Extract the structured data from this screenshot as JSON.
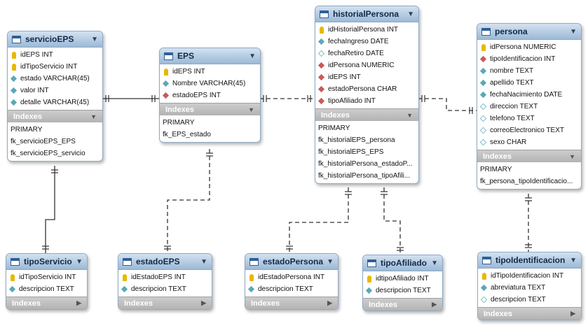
{
  "diagram": {
    "entities": [
      {
        "id": "servicioEPS",
        "name": "servicioEPS",
        "columns": [
          {
            "text": "idEPS INT",
            "icon": "primary-key-icon"
          },
          {
            "text": "idTipoServicio INT",
            "icon": "primary-key-icon"
          },
          {
            "text": "estado VARCHAR(45)",
            "icon": "filled-diamond-icon"
          },
          {
            "text": "valor INT",
            "icon": "filled-diamond-icon"
          },
          {
            "text": "detalle VARCHAR(45)",
            "icon": "filled-diamond-icon"
          }
        ],
        "indexes_label": "Indexes",
        "indexes": [
          "PRIMARY",
          "fk_servicioEPS_EPS",
          "fk_servicioEPS_servicio"
        ]
      },
      {
        "id": "EPS",
        "name": "EPS",
        "columns": [
          {
            "text": "idEPS INT",
            "icon": "primary-key-icon"
          },
          {
            "text": "Nombre VARCHAR(45)",
            "icon": "filled-diamond-icon"
          },
          {
            "text": "estadoEPS INT",
            "icon": "foreign-key-diamond-icon"
          }
        ],
        "indexes_label": "Indexes",
        "indexes": [
          "PRIMARY",
          "fk_EPS_estado"
        ]
      },
      {
        "id": "historialPersona",
        "name": "historialPersona",
        "columns": [
          {
            "text": "idHistorialPersona INT",
            "icon": "primary-key-icon"
          },
          {
            "text": "fechaIngreso DATE",
            "icon": "filled-diamond-icon"
          },
          {
            "text": "fechaRetiro DATE",
            "icon": "empty-diamond-icon"
          },
          {
            "text": "idPersona NUMERIC",
            "icon": "foreign-key-diamond-icon"
          },
          {
            "text": "idEPS INT",
            "icon": "foreign-key-diamond-icon"
          },
          {
            "text": "estadoPersona CHAR",
            "icon": "foreign-key-diamond-icon"
          },
          {
            "text": "tipoAfiliado INT",
            "icon": "foreign-key-diamond-icon"
          }
        ],
        "indexes_label": "Indexes",
        "indexes": [
          "PRIMARY",
          "fk_historialEPS_persona",
          "fk_historialEPS_EPS",
          "fk_historialPersona_estadoP...",
          "fk_historialPersona_tipoAfili..."
        ]
      },
      {
        "id": "persona",
        "name": "persona",
        "columns": [
          {
            "text": "idPersona NUMERIC",
            "icon": "primary-key-icon"
          },
          {
            "text": "tipoIdentificacion INT",
            "icon": "foreign-key-diamond-icon"
          },
          {
            "text": "nombre TEXT",
            "icon": "filled-diamond-icon"
          },
          {
            "text": "apellido TEXT",
            "icon": "filled-diamond-icon"
          },
          {
            "text": "fechaNacimiento DATE",
            "icon": "filled-diamond-icon"
          },
          {
            "text": "direccion TEXT",
            "icon": "empty-diamond-icon"
          },
          {
            "text": "telefono TEXT",
            "icon": "empty-diamond-icon"
          },
          {
            "text": "correoElectronico TEXT",
            "icon": "empty-diamond-icon"
          },
          {
            "text": "sexo CHAR",
            "icon": "empty-diamond-icon"
          }
        ],
        "indexes_label": "Indexes",
        "indexes": [
          "PRIMARY",
          "fk_persona_tipoIdentificacio..."
        ]
      },
      {
        "id": "tipoServicio",
        "name": "tipoServicio",
        "columns": [
          {
            "text": "idTipoServicio INT",
            "icon": "primary-key-icon"
          },
          {
            "text": "descripcion TEXT",
            "icon": "filled-diamond-icon"
          }
        ],
        "indexes_label": "Indexes",
        "indexes": []
      },
      {
        "id": "estadoEPS",
        "name": "estadoEPS",
        "columns": [
          {
            "text": "idEstadoEPS INT",
            "icon": "primary-key-icon"
          },
          {
            "text": "descripcion TEXT",
            "icon": "filled-diamond-icon"
          }
        ],
        "indexes_label": "Indexes",
        "indexes": []
      },
      {
        "id": "estadoPersona",
        "name": "estadoPersona",
        "columns": [
          {
            "text": "idEstadoPersona INT",
            "icon": "primary-key-icon"
          },
          {
            "text": "descripcion TEXT",
            "icon": "filled-diamond-icon"
          }
        ],
        "indexes_label": "Indexes",
        "indexes": []
      },
      {
        "id": "tipoAfiliado",
        "name": "tipoAfiliado",
        "columns": [
          {
            "text": "idtipoAfiliado INT",
            "icon": "primary-key-icon"
          },
          {
            "text": "descripcion TEXT",
            "icon": "filled-diamond-icon"
          }
        ],
        "indexes_label": "Indexes",
        "indexes": []
      },
      {
        "id": "tipoIdentificacion",
        "name": "tipoIdentificacion",
        "columns": [
          {
            "text": "idTipoIdentificacion INT",
            "icon": "primary-key-icon"
          },
          {
            "text": "abreviatura TEXT",
            "icon": "filled-diamond-icon"
          },
          {
            "text": "descripcion TEXT",
            "icon": "empty-diamond-icon"
          }
        ],
        "indexes_label": "Indexes",
        "indexes": []
      }
    ],
    "relationships": [
      {
        "from": "servicioEPS",
        "to": "EPS",
        "style": "solid"
      },
      {
        "from": "servicioEPS",
        "to": "tipoServicio",
        "style": "solid"
      },
      {
        "from": "EPS",
        "to": "historialPersona",
        "style": "dashed"
      },
      {
        "from": "historialPersona",
        "to": "persona",
        "style": "dashed"
      },
      {
        "from": "EPS",
        "to": "estadoEPS",
        "style": "dashed"
      },
      {
        "from": "historialPersona",
        "to": "estadoPersona",
        "style": "dashed"
      },
      {
        "from": "historialPersona",
        "to": "tipoAfiliado",
        "style": "dashed"
      },
      {
        "from": "persona",
        "to": "tipoIdentificacion",
        "style": "dashed"
      }
    ]
  }
}
